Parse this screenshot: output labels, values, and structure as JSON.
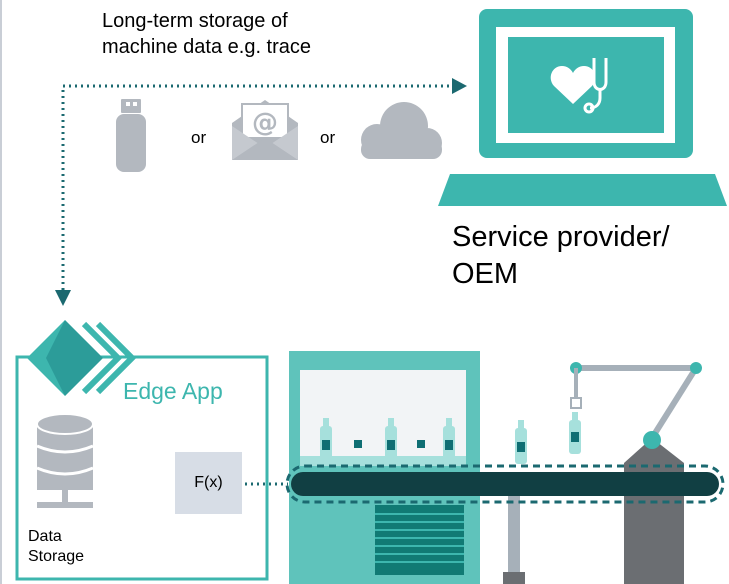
{
  "storage": {
    "caption_line1": "Long-term storage of",
    "caption_line2": "machine data e.g. trace",
    "or_1": "or",
    "or_2": "or",
    "usb_icon": "usb-stick-icon",
    "email_icon": "email-envelope-icon",
    "cloud_icon": "cloud-icon"
  },
  "provider": {
    "label_line1": "Service provider/",
    "label_line2": "OEM",
    "icon": "laptop-heart-stethoscope-icon"
  },
  "edge": {
    "app_label": "Edge App",
    "fx_label": "F(x)",
    "storage_line1": "Data",
    "storage_line2": "Storage",
    "icons": [
      "edge-logo-icon",
      "database-icon"
    ]
  },
  "machine": {
    "icons": [
      "filling-machine-icon",
      "conveyor-belt-icon",
      "robot-arm-icon",
      "bottle-icon"
    ]
  },
  "colors": {
    "teal": "#3db6ae",
    "dark_teal": "#0f6e73",
    "dotted": "#1b6970",
    "grey": "#b3b8bf",
    "dark_grey": "#6b6e72",
    "light_teal": "#a6e0dc",
    "window_bg": "#f2f4f6",
    "belt": "#113f43"
  }
}
